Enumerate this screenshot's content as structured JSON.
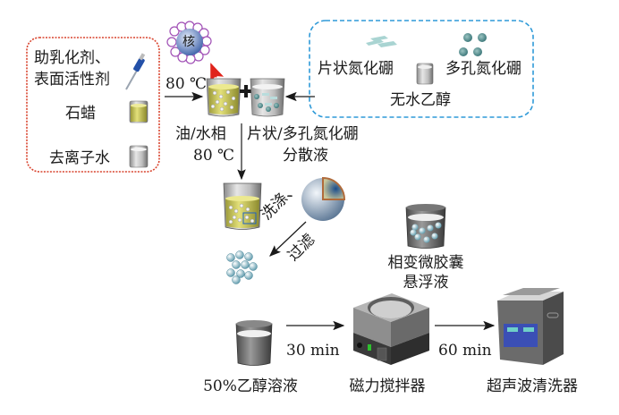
{
  "inputs_box": {
    "emulsifier_label_line1": "助乳化剂、",
    "emulsifier_label_line2": "表面活性剂",
    "paraffin_label": "石蜡",
    "water_label": "去离子水",
    "border_color": "#d9442e"
  },
  "bn_box": {
    "flake_label": "片状氮化硼",
    "porous_label": "多孔氮化硼",
    "ethanol_label": "无水乙醇",
    "border_color": "#2f9ad8"
  },
  "core_label": "核",
  "temp_top": "80 ℃",
  "oil_water_label": "油/水相",
  "oil_water_temp": "80 ℃",
  "dispersion_label_line1": "片状/多孔氮化硼",
  "dispersion_label_line2": "分散液",
  "wash_label_line1": "洗涤、",
  "wash_label_line2": "过滤",
  "suspension_label_line1": "相变微胶囊",
  "suspension_label_line2": "悬浮液",
  "ethanol_solution_label": "50%乙醇溶液",
  "stir_time": "30 min",
  "stirrer_label": "磁力搅拌器",
  "sonic_time": "60 min",
  "cleaner_label": "超声波清洗器"
}
